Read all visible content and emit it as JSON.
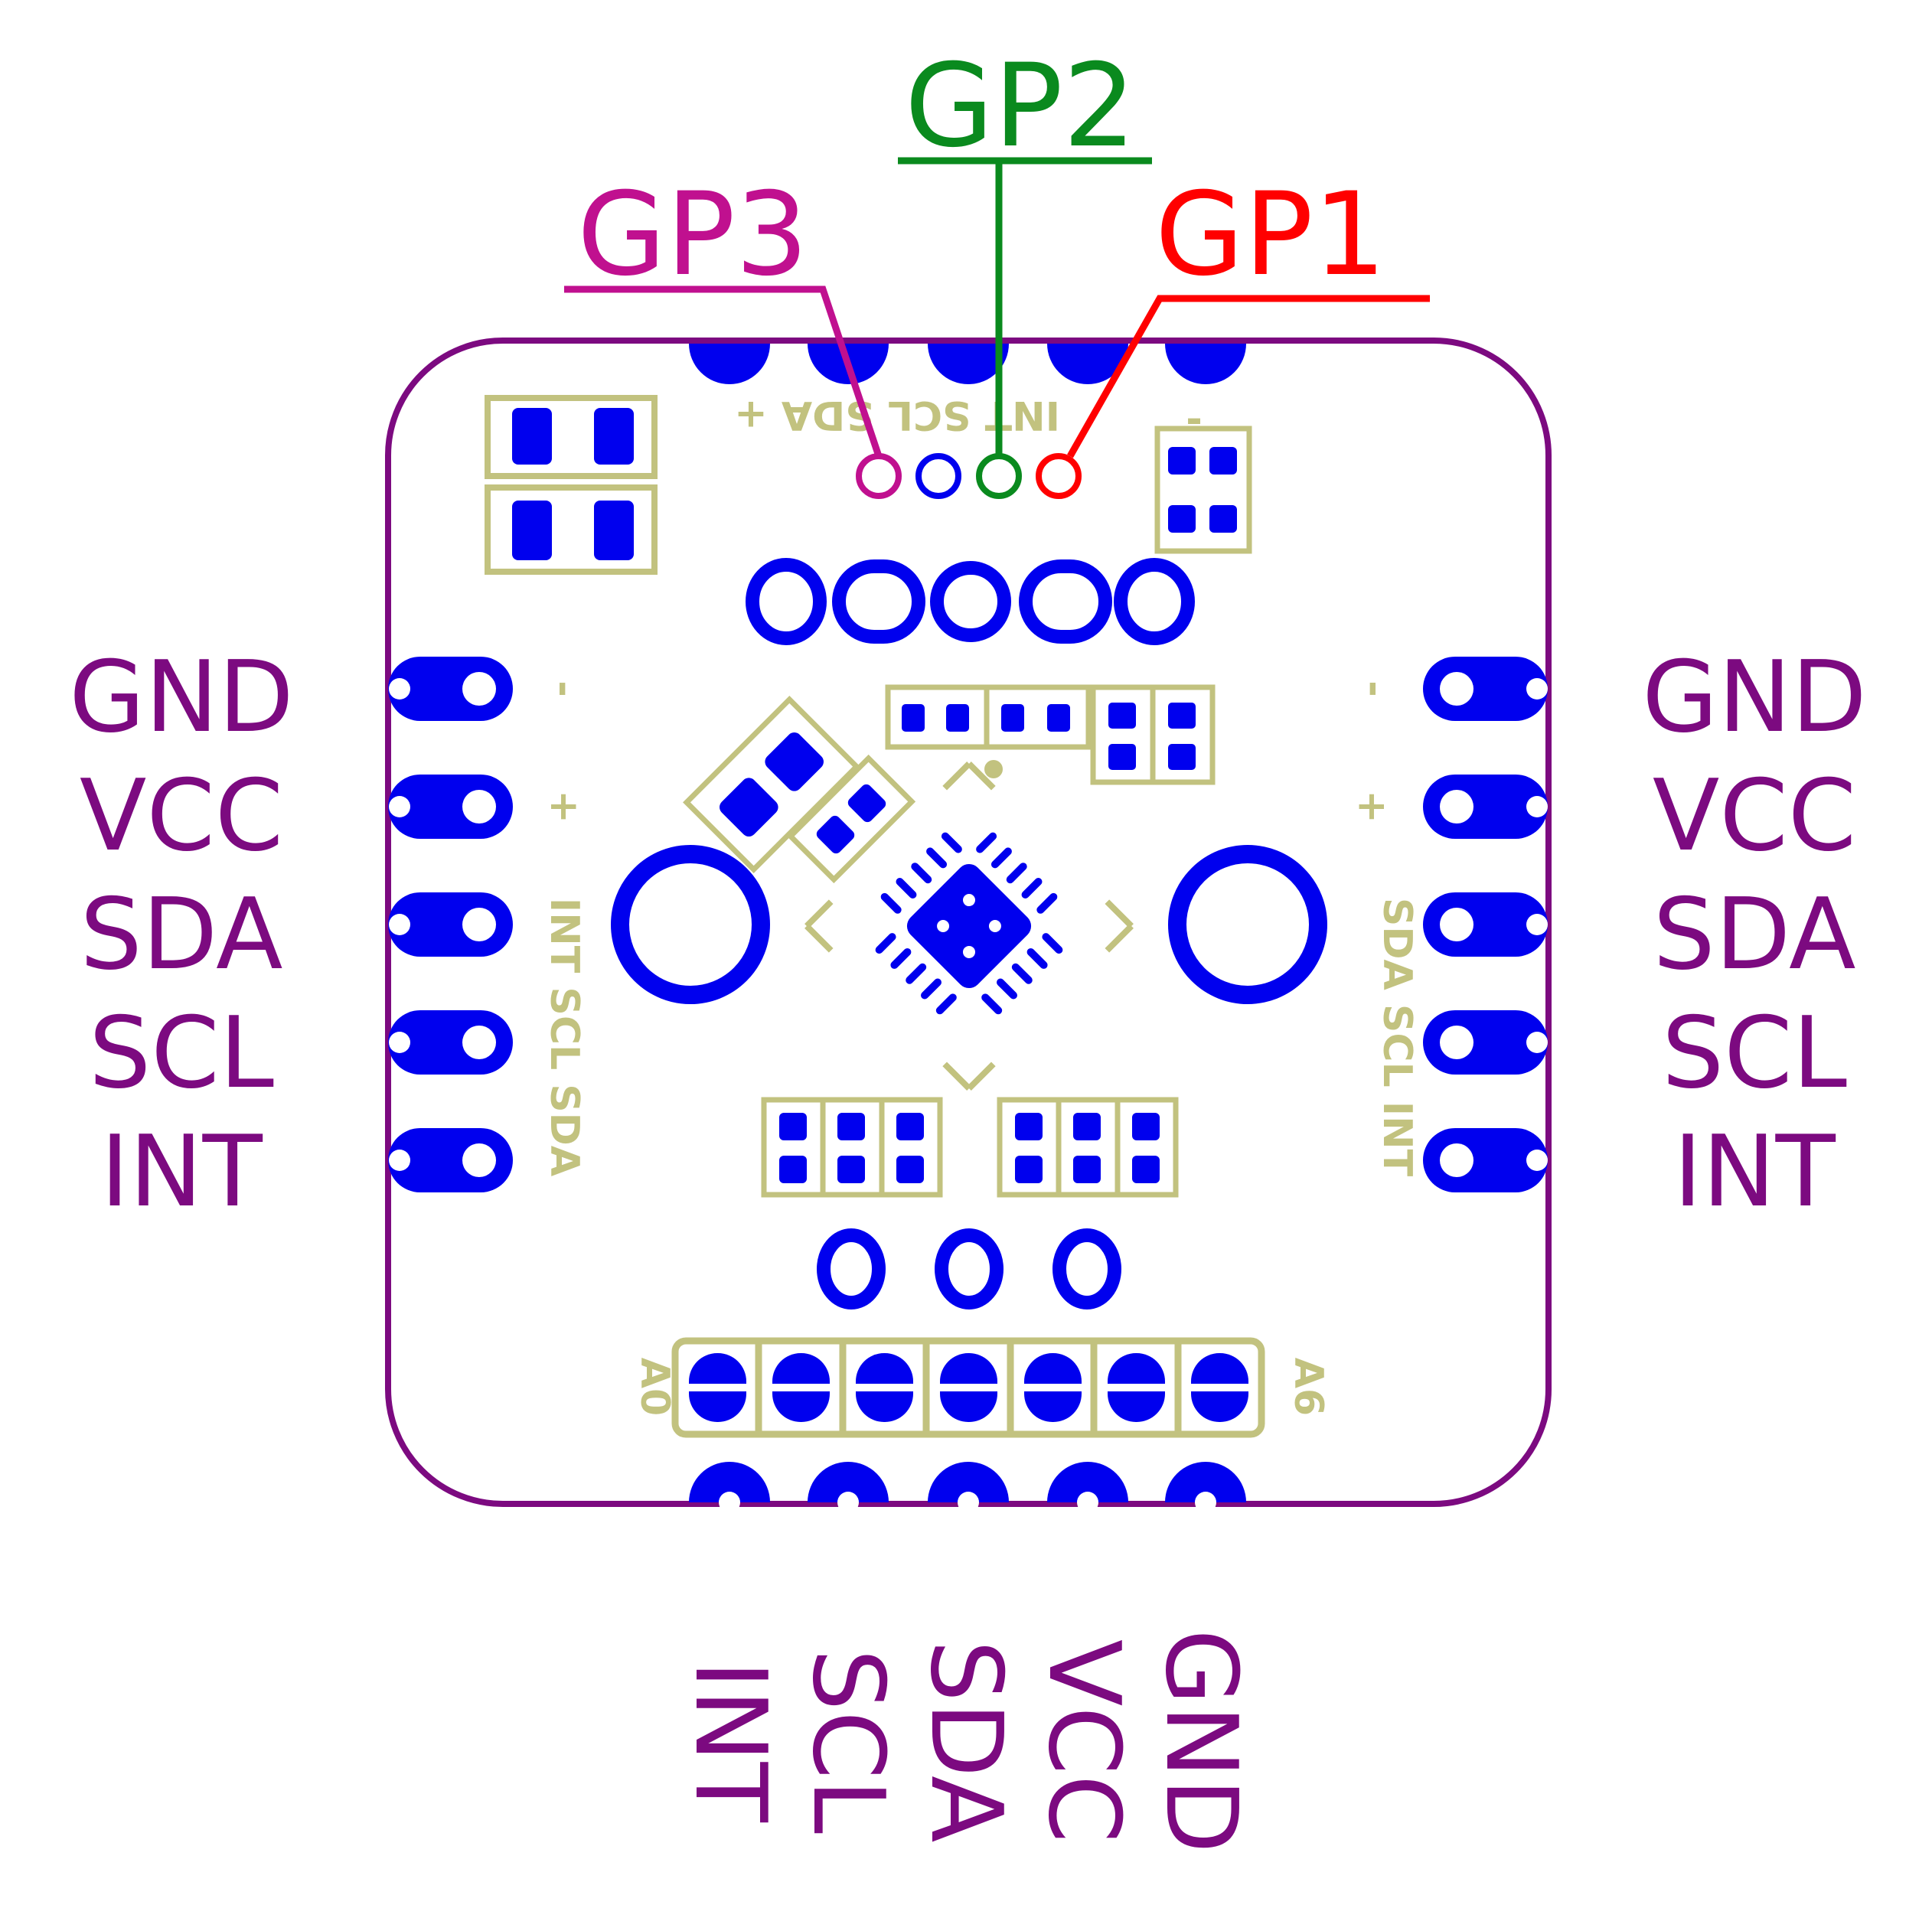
{
  "colors": {
    "outline": "#7c0a80",
    "copper": "#0000ee",
    "silk": "#c2c27f",
    "label": "#7c0a80",
    "gp1": "#ff0000",
    "gp2": "#0a8a1e",
    "gp3": "#c0108f"
  },
  "gp_pads": {
    "gp3": "GP3",
    "gp2": "GP2",
    "gp1": "GP1"
  },
  "left_pins": [
    "GND",
    "VCC",
    "SDA",
    "SCL",
    "INT"
  ],
  "right_pins": [
    "GND",
    "VCC",
    "SDA",
    "SCL",
    "INT"
  ],
  "bottom_pins": [
    "GND",
    "VCC",
    "SDA",
    "SCL",
    "INT"
  ],
  "silkscreen": {
    "top_header": "INT SCL SDA +",
    "top_minus": "-",
    "left_header": "INT SCL SDA",
    "right_header": "SDA SCL INT",
    "minus": "-",
    "plus": "+",
    "addr_left": "A0",
    "addr_right": "A6"
  }
}
